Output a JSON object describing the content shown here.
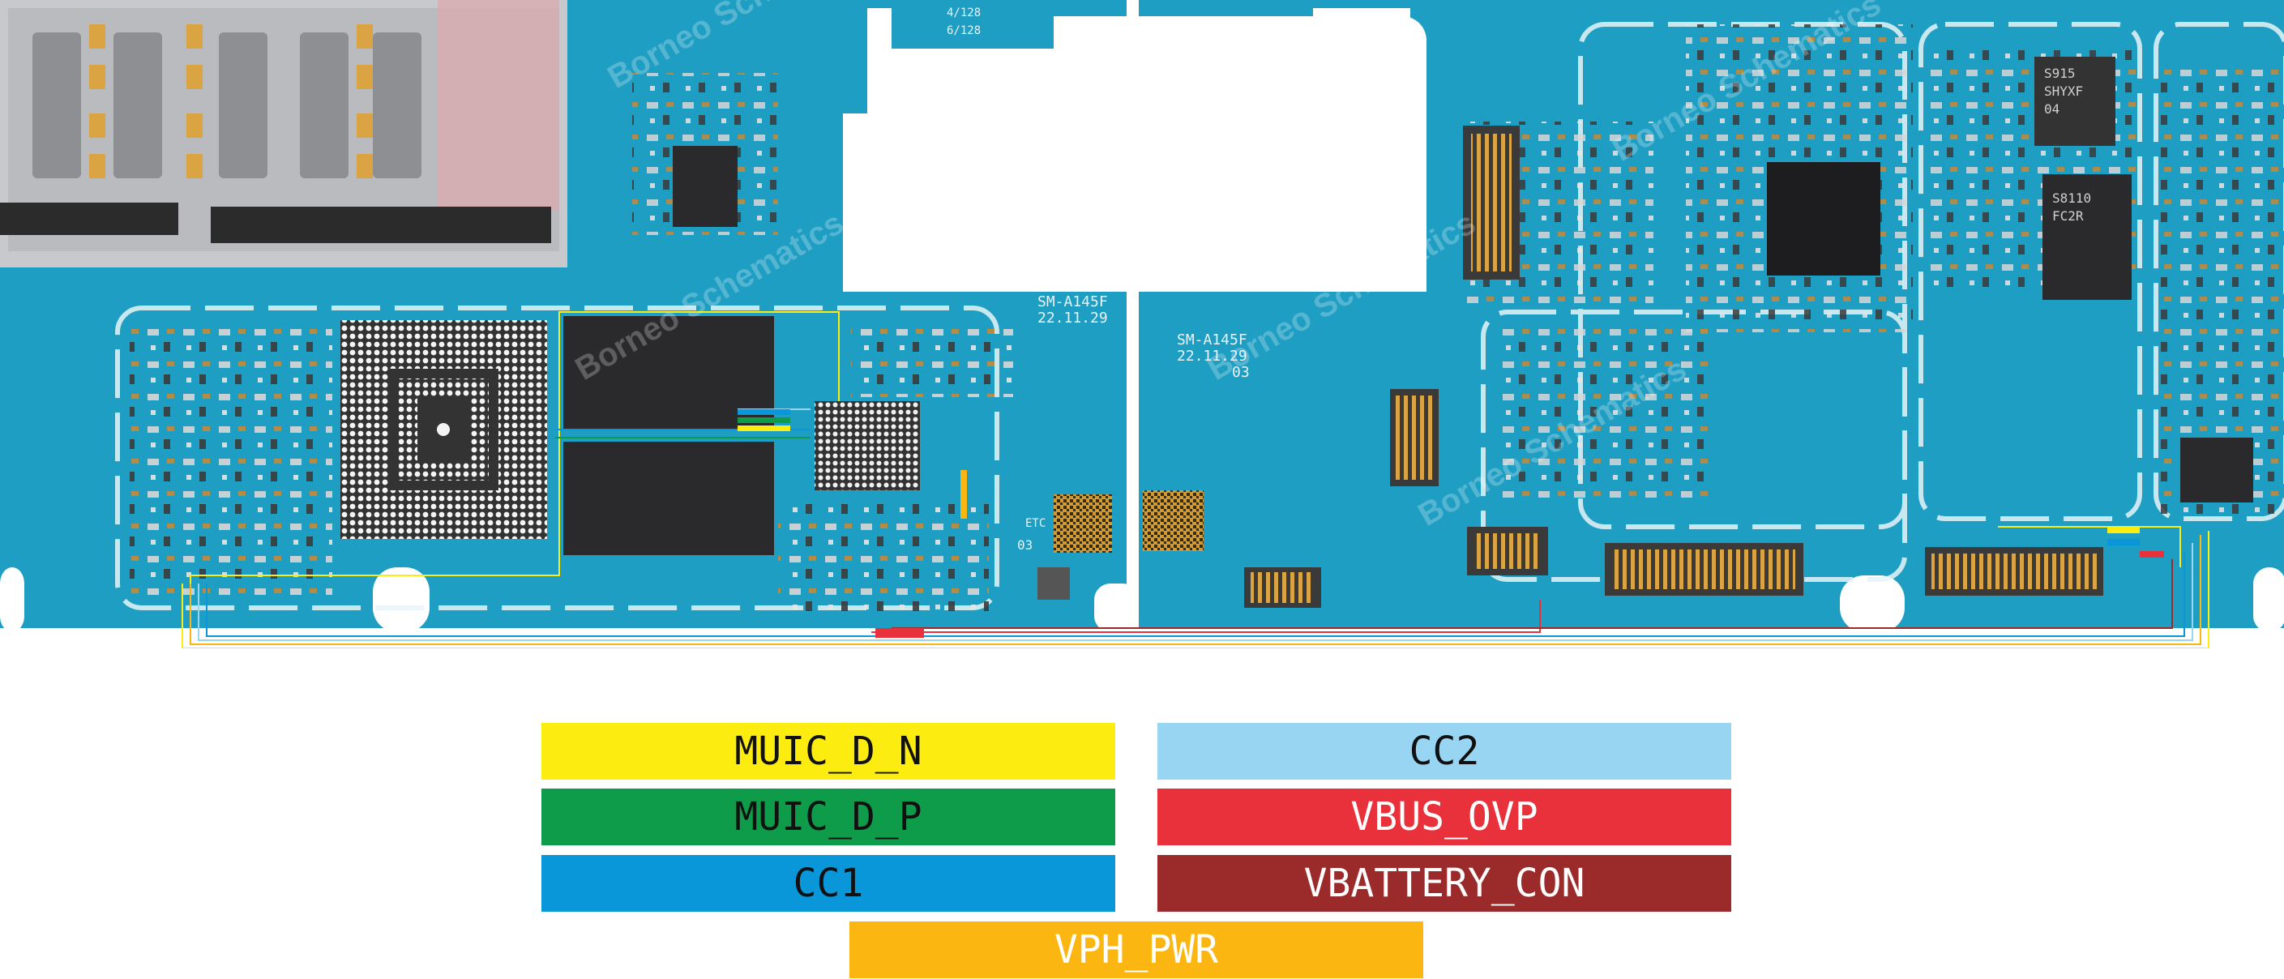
{
  "watermark": "Borneo Schematics",
  "board_labels": {
    "model_left": "SM-A145F",
    "date_left": "22.11.29",
    "model_right": "SM-A145F",
    "date_right": "22.11.29",
    "code_right": "03",
    "etc": "ETC",
    "code_left": "03",
    "connector_top_1": "4/128",
    "connector_top_2": "6/128",
    "chip_marking_1": "S915",
    "chip_marking_2": "SHYXF",
    "chip_marking_3": "04",
    "chip_marking_4": "S8110",
    "chip_marking_5": "FC2R"
  },
  "legend": [
    {
      "label": "MUIC_D_N",
      "color": "#fcec0f",
      "text_color": "#111111"
    },
    {
      "label": "CC2",
      "color": "#98d5f2",
      "text_color": "#111111"
    },
    {
      "label": "MUIC_D_P",
      "color": "#0e9c4a",
      "text_color": "#111111"
    },
    {
      "label": "VBUS_OVP",
      "color": "#e8313a",
      "text_color": "#ffffff"
    },
    {
      "label": "CC1",
      "color": "#0a97d9",
      "text_color": "#111111"
    },
    {
      "label": "VBATTERY_CON",
      "color": "#9b2a2b",
      "text_color": "#ffffff"
    },
    {
      "label": "VPH_PWR",
      "color": "#fcb611",
      "text_color": "#ffffff"
    }
  ],
  "colors": {
    "pcb": "#1f9ec3",
    "pcb_dark": "#147fa3",
    "silk": "#e6f4f8",
    "chip": "#2a2a2c",
    "gold": "#d9a441",
    "metal": "#c7c9cc"
  }
}
